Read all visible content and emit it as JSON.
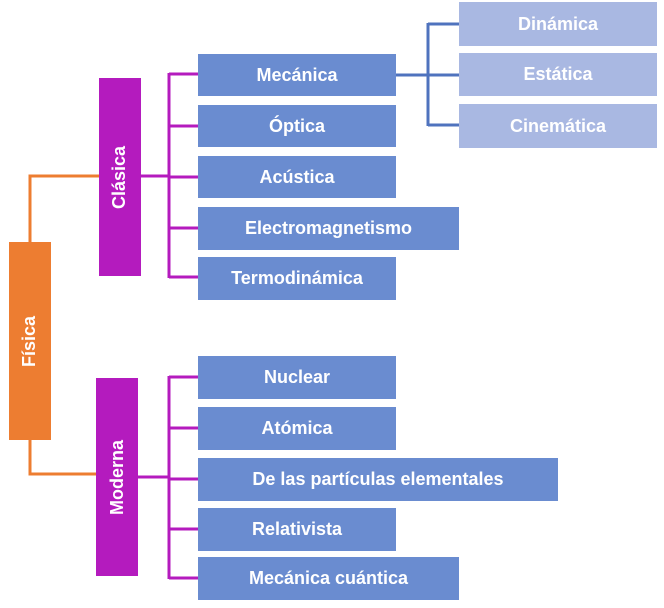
{
  "root": {
    "label": "Física"
  },
  "classical": {
    "label": "Clásica",
    "branches": [
      "Mecánica",
      "Óptica",
      "Acústica",
      "Electromagnetismo",
      "Termodinámica"
    ],
    "mechanics_sub": [
      "Dinámica",
      "Estática",
      "Cinemática"
    ]
  },
  "modern": {
    "label": "Moderna",
    "branches": [
      "Nuclear",
      "Atómica",
      "De las partículas elementales",
      "Relativista",
      "Mecánica cuántica"
    ]
  },
  "colors": {
    "root": "#ED7D31",
    "category": "#B41BBE",
    "branch": "#6A8CD0",
    "sub_branch": "#A9B8E2",
    "mechanics_connector": "#4F73BE"
  }
}
